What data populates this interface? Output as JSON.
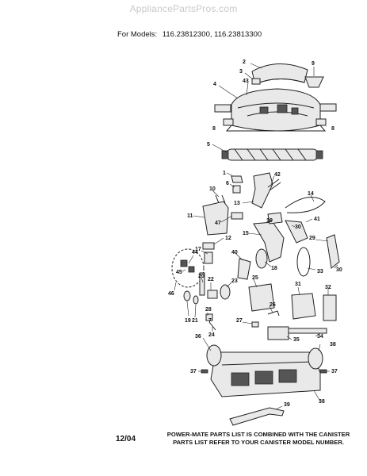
{
  "header": {
    "watermark": "AppliancePartsPros.com",
    "models_label": "For Models:",
    "models_value": "116.23812300, 116.23813300"
  },
  "diagram": {
    "part_numbers": [
      "1",
      "2",
      "3",
      "4",
      "5",
      "6",
      "7",
      "8",
      "9",
      "10",
      "11",
      "12",
      "13",
      "14",
      "15",
      "16",
      "17",
      "18",
      "19",
      "20",
      "21",
      "22",
      "23",
      "24",
      "25",
      "26",
      "27",
      "28",
      "29",
      "30",
      "31",
      "32",
      "33",
      "34",
      "35",
      "36",
      "37",
      "38",
      "39",
      "40",
      "41",
      "42",
      "43",
      "44",
      "45",
      "46",
      "47"
    ]
  },
  "footer": {
    "date": "12/04",
    "note_line1": "POWER-MATE PARTS LIST IS COMBINED WITH THE CANISTER",
    "note_line2": "PARTS LIST REFER TO YOUR CANISTER MODEL NUMBER."
  }
}
